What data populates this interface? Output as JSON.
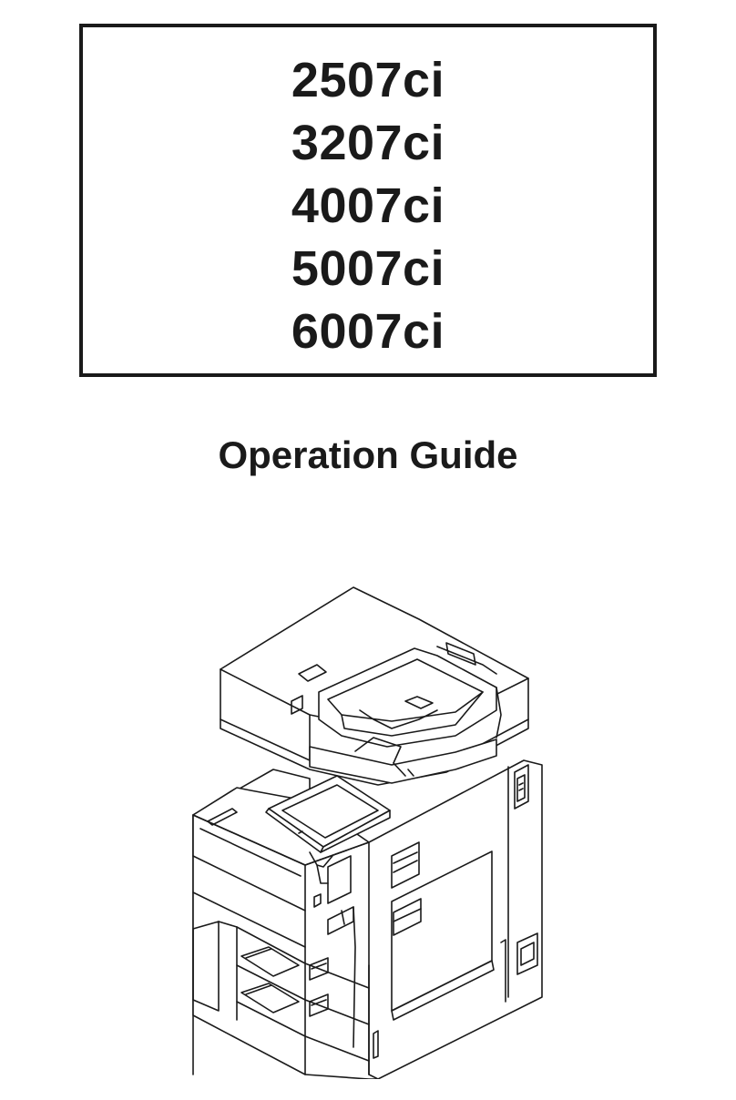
{
  "cover": {
    "models": [
      "2507ci",
      "3207ci",
      "4007ci",
      "5007ci",
      "6007ci"
    ],
    "title": "Operation Guide"
  },
  "illustration": {
    "icon": "multifunction-printer-icon"
  }
}
